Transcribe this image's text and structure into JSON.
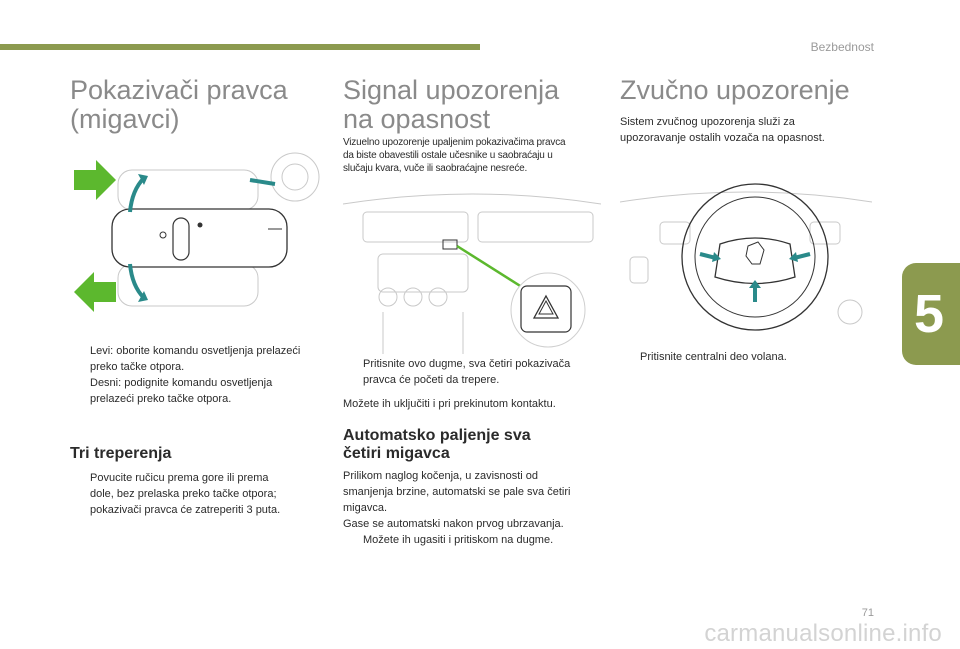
{
  "header": {
    "section": "Bezbednost"
  },
  "chapter": "5",
  "page_number": "71",
  "watermark": "carmanualsonline.info",
  "bullet_mark": "",
  "col1": {
    "title_line1": "Pokazivači pravca",
    "title_line2": "(migavci)",
    "bullets": [
      {
        "line1": "Levi: oborite komandu osvetljenja prelazeći",
        "line2": "preko tačke otpora."
      },
      {
        "line1": "Desni: podignite komandu osvetljenja",
        "line2": "prelazeći preko tačke otpora."
      }
    ],
    "subtitle": "Tri treperenja",
    "bullet3": {
      "line1": "Povucite ručicu prema gore ili prema",
      "line2": "dole, bez prelaska preko tačke otpora;",
      "line3": "pokazivači pravca će zatreperiti 3 puta."
    }
  },
  "col2": {
    "title_line1": "Signal upozorenja",
    "title_line2": "na opasnost",
    "intro_line1": "Vizuelno upozorenje upaljenim pokazivačima pravca",
    "intro_line2": "da biste obavestili ostale učesnike u saobraćaju u",
    "intro_line3": "slučaju kvara, vuče ili saobraćajne nesreće.",
    "bullet": {
      "line1": "Pritisnite ovo dugme, sva četiri pokazivača",
      "line2": "pravca će početi da trepere."
    },
    "note": "Možete ih uključiti i pri prekinutom kontaktu.",
    "subtitle_line1": "Automatsko paljenje sva",
    "subtitle_line2": "četiri migavca",
    "para_line1": "Prilikom naglog kočenja, u zavisnosti od",
    "para_line2": "smanjenja brzine, automatski se pale sva četiri",
    "para_line3": "migavca.",
    "para_line4": "Gase se automatski nakon prvog ubrzavanja.",
    "bullet2": "Možete ih ugasiti i pritiskom na dugme."
  },
  "col3": {
    "title": "Zvučno upozorenje",
    "intro_line1": "Sistem zvučnog upozorenja služi za",
    "intro_line2": "upozoravanje ostalih vozača na opasnost.",
    "bullet": "Pritisnite centralni deo volana."
  },
  "colors": {
    "accent_olive": "#8c9a4f",
    "arrow_green": "#5cb82e",
    "arrow_teal": "#2a8a8a"
  },
  "icons": [
    "turn-signal-stalk-illustration",
    "hazard-button-illustration",
    "steering-wheel-horn-illustration",
    "bullet-icon"
  ]
}
